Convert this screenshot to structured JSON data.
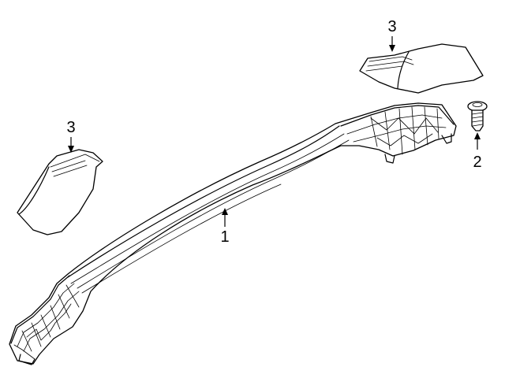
{
  "callouts": {
    "rail": "1",
    "screw": "2",
    "cover_left": "3",
    "cover_right": "3"
  }
}
